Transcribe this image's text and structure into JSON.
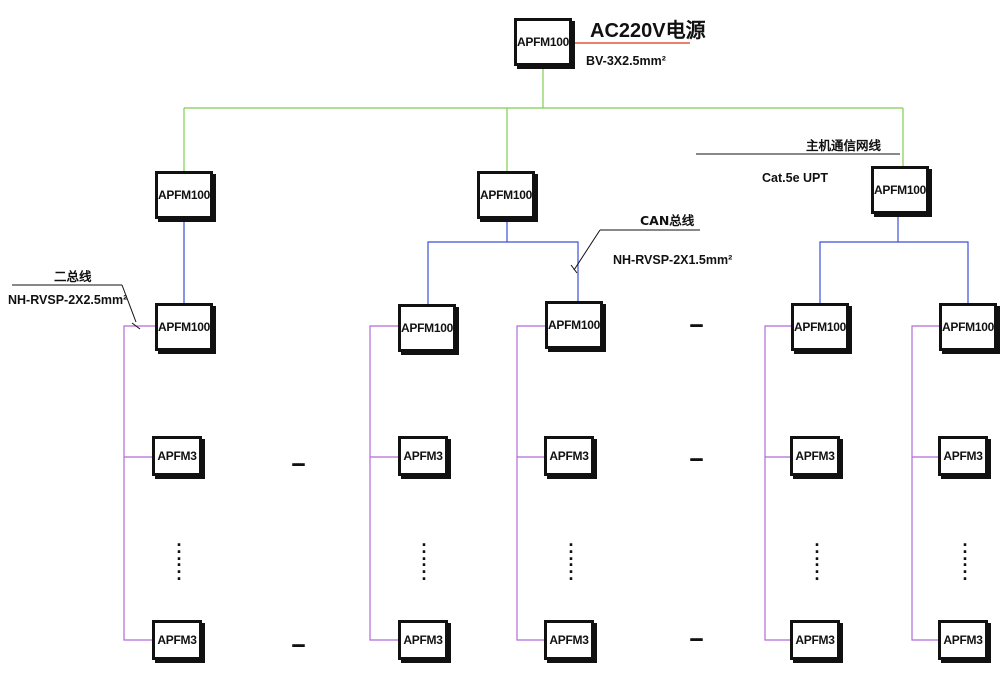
{
  "power": {
    "module_label": "APFM100",
    "title": "AC220V电源",
    "cable_spec": "BV-3X2.5mm²"
  },
  "annotations": {
    "host_network_title": "主机通信网线",
    "host_network_spec": "Cat.5e UPT",
    "can_bus_title": "CAN总线",
    "can_bus_spec": "NH-RVSP-2X1.5mm²",
    "two_bus_title": "二总线",
    "two_bus_spec": "NH-RVSP-2X2.5mm²"
  },
  "modules": {
    "m100_label": "APFM100",
    "m3_label": "APFM3"
  },
  "ellipsis": "......",
  "colors": {
    "power_line": "#e8553a",
    "network_line": "#7fce4f",
    "can_bus_line": "#3b4fd8",
    "two_bus_line": "#b26bd9",
    "annotation_line": "#111111"
  }
}
